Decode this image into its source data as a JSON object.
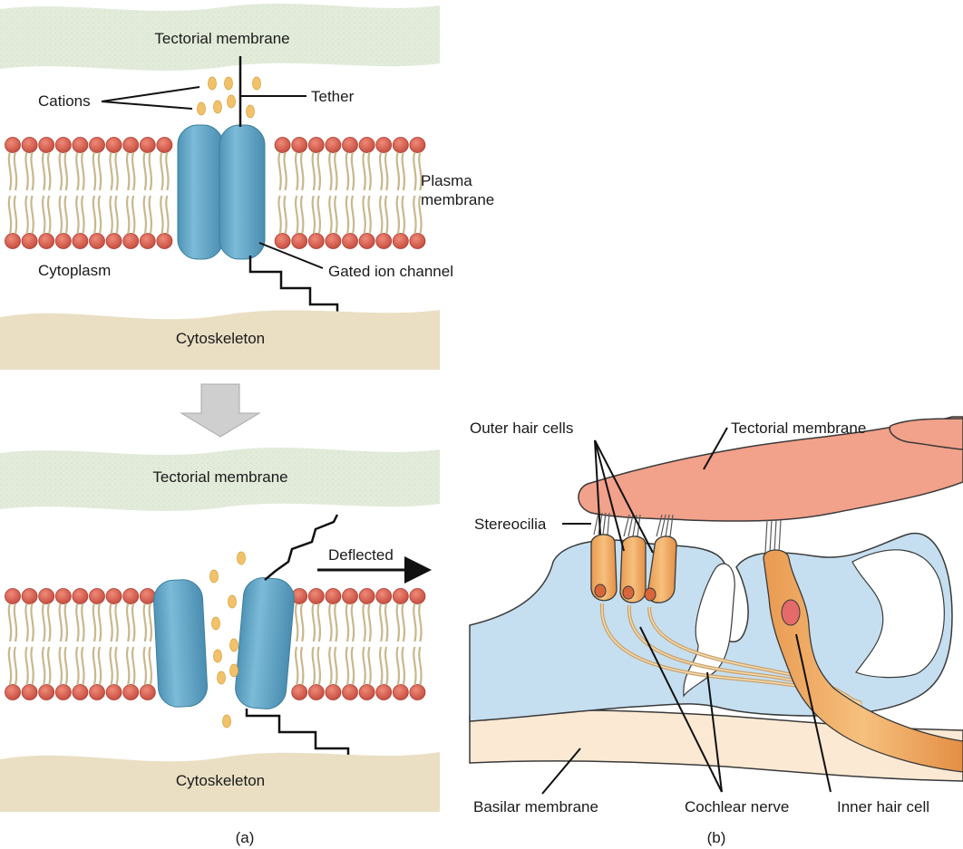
{
  "panel_a": {
    "top": {
      "tectorial_membrane": "Tectorial membrane",
      "cations": "Cations",
      "tether": "Tether",
      "plasma_membrane_line1": "Plasma",
      "plasma_membrane_line2": "membrane",
      "cytoplasm": "Cytoplasm",
      "gated_ion_channel": "Gated ion channel",
      "cytoskeleton": "Cytoskeleton"
    },
    "bottom": {
      "tectorial_membrane": "Tectorial membrane",
      "deflected": "Deflected",
      "cytoskeleton": "Cytoskeleton"
    },
    "caption": "(a)"
  },
  "panel_b": {
    "outer_hair_cells": "Outer hair cells",
    "tectorial_membrane": "Tectorial membrane",
    "stereocilia": "Stereocilia",
    "basilar_membrane": "Basilar membrane",
    "cochlear_nerve": "Cochlear nerve",
    "inner_hair_cell": "Inner hair cell",
    "caption": "(b)"
  },
  "colors": {
    "tectorial_a": "#dfe9d6",
    "cytoskeleton": "#eadfc3",
    "lipid_head": "#d8584a",
    "lipid_tail": "#c9b88e",
    "channel": "#6aaecd",
    "cation": "#f2c26a",
    "tectorial_b": "#f2a18a",
    "support_cells": "#c5dff0",
    "basilar": "#fbe9d4",
    "hair_cell": "#f2b06b"
  }
}
